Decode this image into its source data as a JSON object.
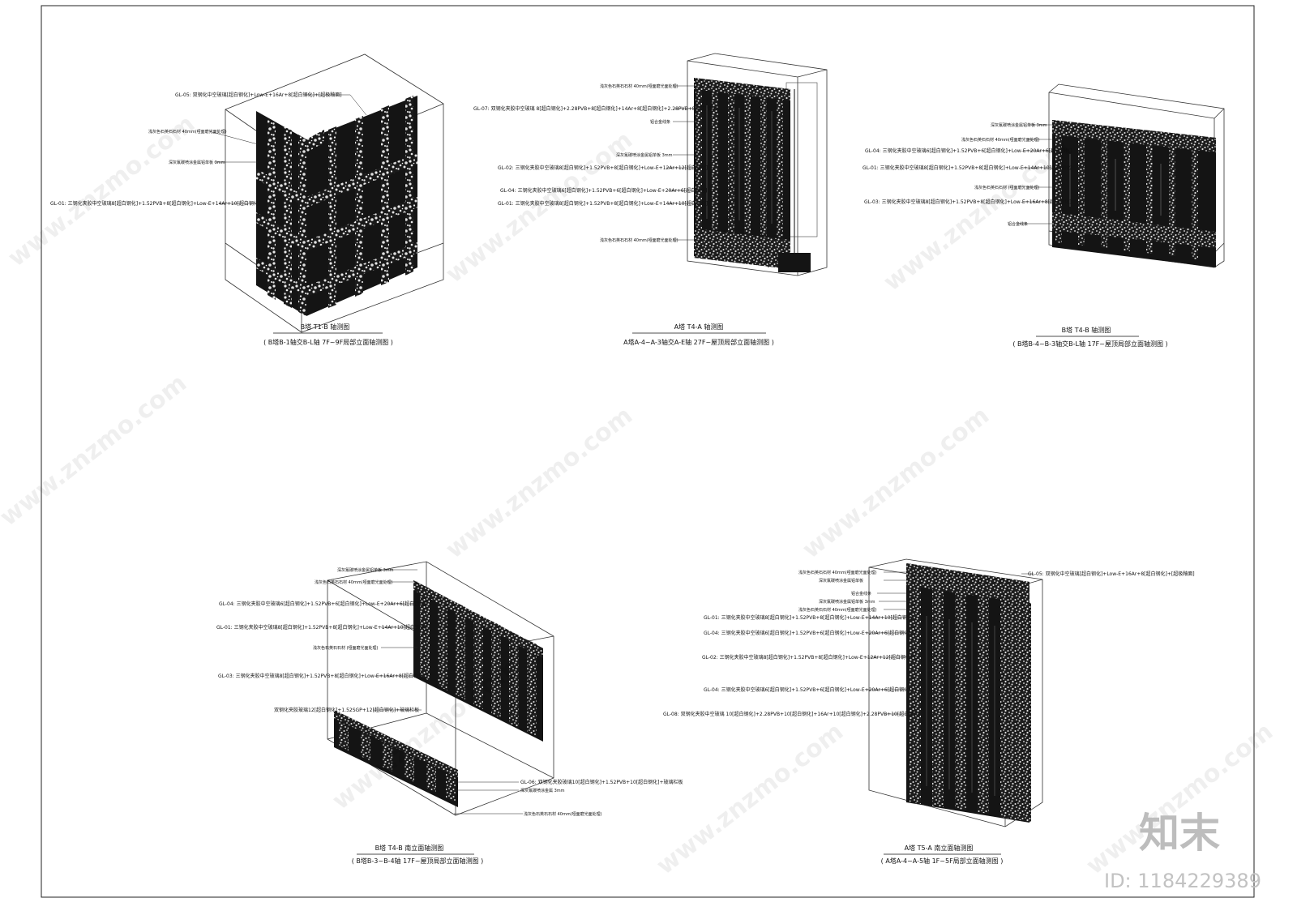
{
  "watermark": {
    "site": "www.znzmo.com",
    "brand_text": "知末",
    "id_text": "ID: 1184229389"
  },
  "drawings": [
    {
      "id": "v1",
      "caption_title": "B塔 T1-B 轴测图",
      "caption_sub": "( B塔B-1轴交B-L轴 7F~9F局部立面轴测图 )",
      "labels": [
        "GL-05: 双钢化中空玻璃[超白钢化]+Low-E+16Ar+8[超白钢化]+[超极釉面]",
        "浅灰色石英石石材 40mm(哑面磨光面处理)",
        "深灰氟碳喷涂金属铝单板 3mm",
        "GL-01: 三钢化夹胶中空玻璃8[超白钢化]+1.52PVB+8[超白钢化]+Low-E+14Ar+10[超白钢化]"
      ]
    },
    {
      "id": "v2",
      "caption_title": "A塔 T4-A 轴测图",
      "caption_sub": "A塔A-4~A-3轴交A-E轴 27F~屋顶局部立面轴测图 )",
      "labels": [
        "浅灰色石英石石材 40mm(哑面磨光面处理)",
        "GL-07: 双钢化夹胶中空玻璃 8[超白钢化]+2.28PVB+8[超白钢化]+14Ar+8[超白钢化]+2.28PVB+8[超白钢化]",
        "铝合金线条",
        "深灰氟碳喷涂金属铝单板 3mm",
        "GL-02: 三钢化夹胶中空玻璃8[超白钢化]+1.52PVB+8[超白钢化]+Low-E+12Ar+12[超白钢化]",
        "GL-04: 三钢化夹胶中空玻璃6[超白钢化]+1.52PVB+6[超白钢化]+Low-E+20Ar+6[超白钢化]",
        "GL-01: 三钢化夹胶中空玻璃8[超白钢化]+1.52PVB+8[超白钢化]+Low-E+14Ar+10[超白钢化]",
        "浅灰色石英石石材 40mm(哑面磨光面处理)"
      ]
    },
    {
      "id": "v3",
      "caption_title": "B塔 T4-B 轴测图",
      "caption_sub": "( B塔B-4~B-3轴交B-L轴 17F~屋顶局部立面轴测图 )",
      "labels": [
        "深灰氟碳喷涂金属铝单板 3mm",
        "浅灰色石英石石材 40mm(哑面磨光面处理)",
        "GL-04: 三钢化夹胶中空玻璃6[超白钢化]+1.52PVB+6[超白钢化]+Low-E+20Ar+6[超白钢化]",
        "GL-01: 三钢化夹胶中空玻璃8[超白钢化]+1.52PVB+8[超白钢化]+Low-E+14Ar+10[超白钢化]",
        "浅灰色石英石石材 (哑面磨光面处理)",
        "GL-03: 三钢化夹胶中空玻璃8[超白钢化]+1.52PVB+8[超白钢化]+Low-E+16Ar+8[超白钢化]",
        "铝合金线条"
      ]
    },
    {
      "id": "v4",
      "caption_title": "B塔 T4-B 南立面轴测图",
      "caption_sub": "( B塔B-3~B-4轴 17F~屋顶局部立面轴测图 )",
      "labels": [
        "深灰氟碳喷涂金属铝单板 3mm",
        "浅灰色石英石石材 40mm(哑面磨光面处理)",
        "GL-04: 三钢化夹胶中空玻璃6[超白钢化]+1.52PVB+6[超白钢化]+Low-E+20Ar+6[超白钢化]",
        "GL-01: 三钢化夹胶中空玻璃8[超白钢化]+1.52PVB+8[超白钢化]+Low-E+14Ar+10[超白钢化]",
        "浅灰色石英石石材 (哑面磨光面处理)",
        "GL-03: 三钢化夹胶中空玻璃8[超白钢化]+1.52PVB+8[超白钢化]+Low-E+16Ar+8[超白钢化]",
        "双钢化夹胶玻璃12[超白钢化]+1.52SGP+12[超白钢化]+玻璃栏板",
        "GL-06: 双钢化夹胶玻璃10[超白钢化]+1.52PVB+10[超白钢化]+玻璃栏板",
        "深灰氟碳喷涂金属 3mm",
        "浅灰色石英石石材 40mm(哑面磨光面处理)"
      ]
    },
    {
      "id": "v5",
      "caption_title": "A塔 T5-A 南立面轴测图",
      "caption_sub": "( A塔A-4~A-5轴 1F~5F局部立面轴测图 )",
      "labels_right": [
        "GL-05: 双钢化中空玻璃[超白钢化]+Low-E+16Ar+8[超白钢化]+[超极釉面]"
      ],
      "labels": [
        "浅灰色石英石石材 40mm(哑面磨光面处理)",
        "深灰氟碳喷涂金属铝单板",
        "铝合金线条",
        "深灰氟碳喷涂金属铝单板 3mm",
        "浅灰色石英石石材 40mm(哑面磨光面处理)",
        "GL-01: 三钢化夹胶中空玻璃8[超白钢化]+1.52PVB+8[超白钢化]+Low-E+14Ar+10[超白钢化]",
        "GL-04: 三钢化夹胶中空玻璃6[超白钢化]+1.52PVB+6[超白钢化]+Low-E+20Ar+6[超白钢化]",
        "GL-02: 三钢化夹胶中空玻璃8[超白钢化]+1.52PVB+8[超白钢化]+Low-E+12Ar+12[超白钢化]",
        "GL-04: 三钢化夹胶中空玻璃6[超白钢化]+1.52PVB+6[超白钢化]+Low-E+20Ar+6[超白钢化]",
        "GL-08: 双钢化夹胶中空玻璃 10[超白钢化]+2.28PVB+10[超白钢化]+16Ar+10[超白钢化]+2.28PVB+10[超白钢化]"
      ]
    }
  ]
}
